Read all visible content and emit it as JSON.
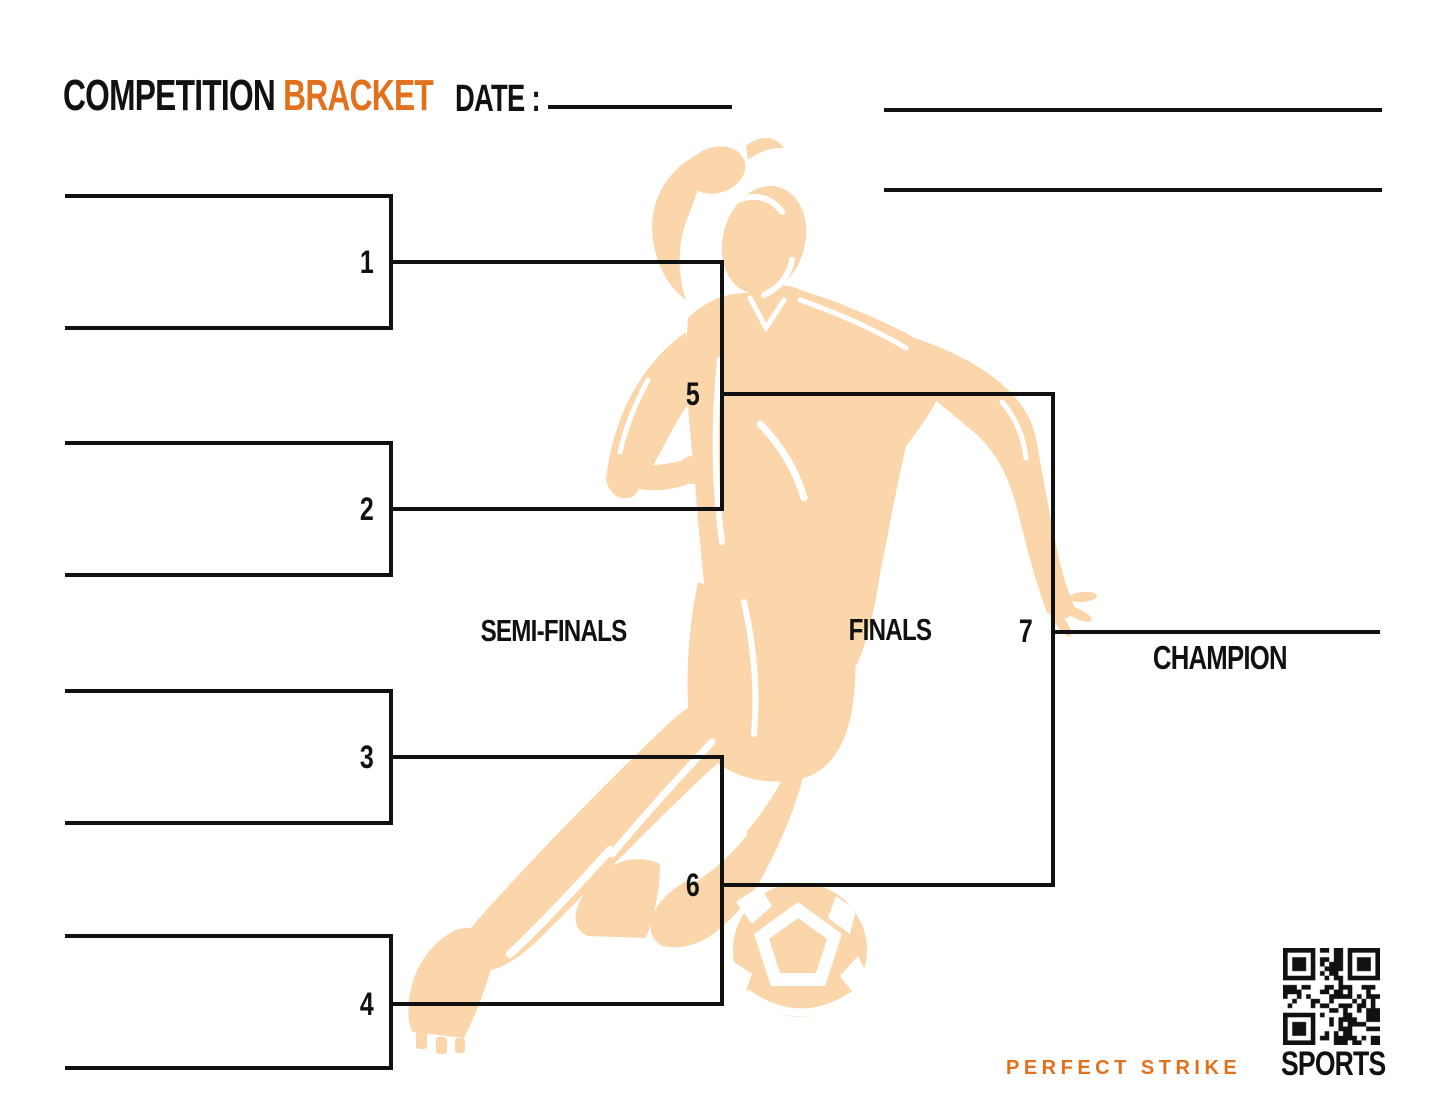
{
  "header": {
    "title": {
      "black": "COMPETITION",
      "accent": "BRACKET"
    },
    "date_label": "DATE :",
    "date_value": "",
    "info_lines": [
      {
        "value": ""
      },
      {
        "value": ""
      }
    ]
  },
  "bracket": {
    "round_labels": {
      "semifinals": "SEMI-FINALS",
      "finals": "FINALS",
      "champion": "CHAMPION"
    },
    "matches": [
      {
        "number": "1",
        "team_top": "",
        "team_bottom": "",
        "winner": ""
      },
      {
        "number": "2",
        "team_top": "",
        "team_bottom": "",
        "winner": ""
      },
      {
        "number": "3",
        "team_top": "",
        "team_bottom": "",
        "winner": ""
      },
      {
        "number": "4",
        "team_top": "",
        "team_bottom": "",
        "winner": ""
      },
      {
        "number": "5",
        "winner": ""
      },
      {
        "number": "6",
        "winner": ""
      },
      {
        "number": "7",
        "winner": ""
      }
    ]
  },
  "footer": {
    "brand": "PERFECT STRIKE",
    "brand_suffix": "SPORTS",
    "qr_icon": "qr-code"
  },
  "decorations": {
    "background_icon": "female-soccer-player-silhouette",
    "ball_icon": "soccer-ball"
  },
  "colors": {
    "accent": "#E2711E",
    "silhouette": "#FBD6AB",
    "line": "#111111"
  }
}
